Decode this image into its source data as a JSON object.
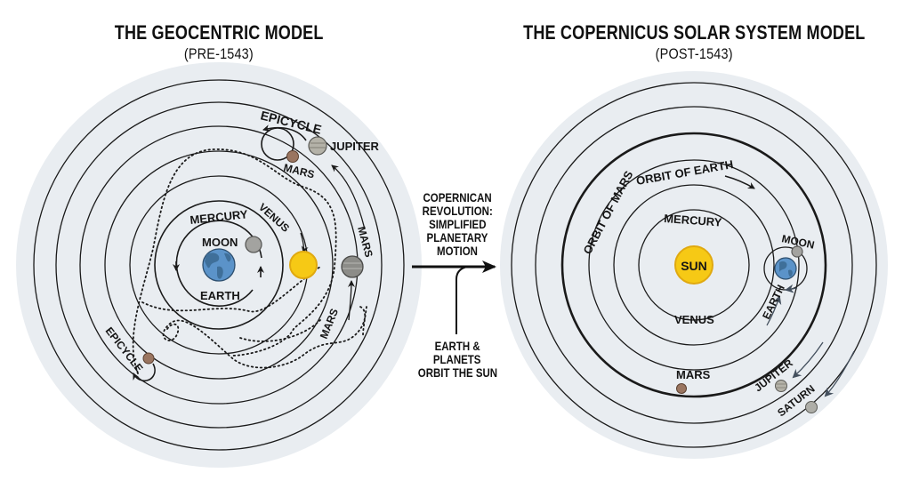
{
  "left_panel": {
    "title": "THE GEOCENTRIC MODEL",
    "subtitle": "(PRE-1543)",
    "labels": {
      "epicycle_top": "EPICYCLE",
      "jupiter": "JUPITER",
      "mars_top": "MARS",
      "mercury": "MERCURY",
      "venus": "VENUS",
      "moon": "MOON",
      "earth": "EARTH",
      "mars_right": "MARS",
      "mars_lower": "MARS",
      "epicycle_bottom": "EPICYCLE"
    },
    "bodies": [
      "Earth",
      "Moon",
      "Sun",
      "Mars",
      "Jupiter"
    ]
  },
  "center": {
    "arrow_label_lines": [
      "COPERNICAN",
      "REVOLUTION:",
      "SIMPLIFIED",
      "PLANETARY",
      "MOTION"
    ],
    "bottom_label_lines": [
      "EARTH &",
      "PLANETS",
      "ORBIT THE SUN"
    ]
  },
  "right_panel": {
    "title": "THE COPERNICUS SOLAR SYSTEM MODEL",
    "subtitle": "(POST-1543)",
    "labels": {
      "sun": "SUN",
      "mercury": "MERCURY",
      "venus": "VENUS",
      "orbit_of_earth": "ORBIT OF EARTH",
      "orbit_of_mars": "ORBIT OF MARS",
      "moon": "MOON",
      "earth": "EARTH",
      "mars": "MARS",
      "jupiter": "JUPITER",
      "saturn": "SATURN"
    }
  },
  "colors": {
    "disc_bg": "#e9edf1",
    "orbit": "#1a1a1a",
    "sun": "#f6c915",
    "sun_edge": "#e0a910",
    "earth": "#5b93c9",
    "earth_land": "#3f6f99",
    "mars": "#9a7560",
    "gray_planet": "#a3a3a0",
    "arrow_blue": "#44505e"
  }
}
